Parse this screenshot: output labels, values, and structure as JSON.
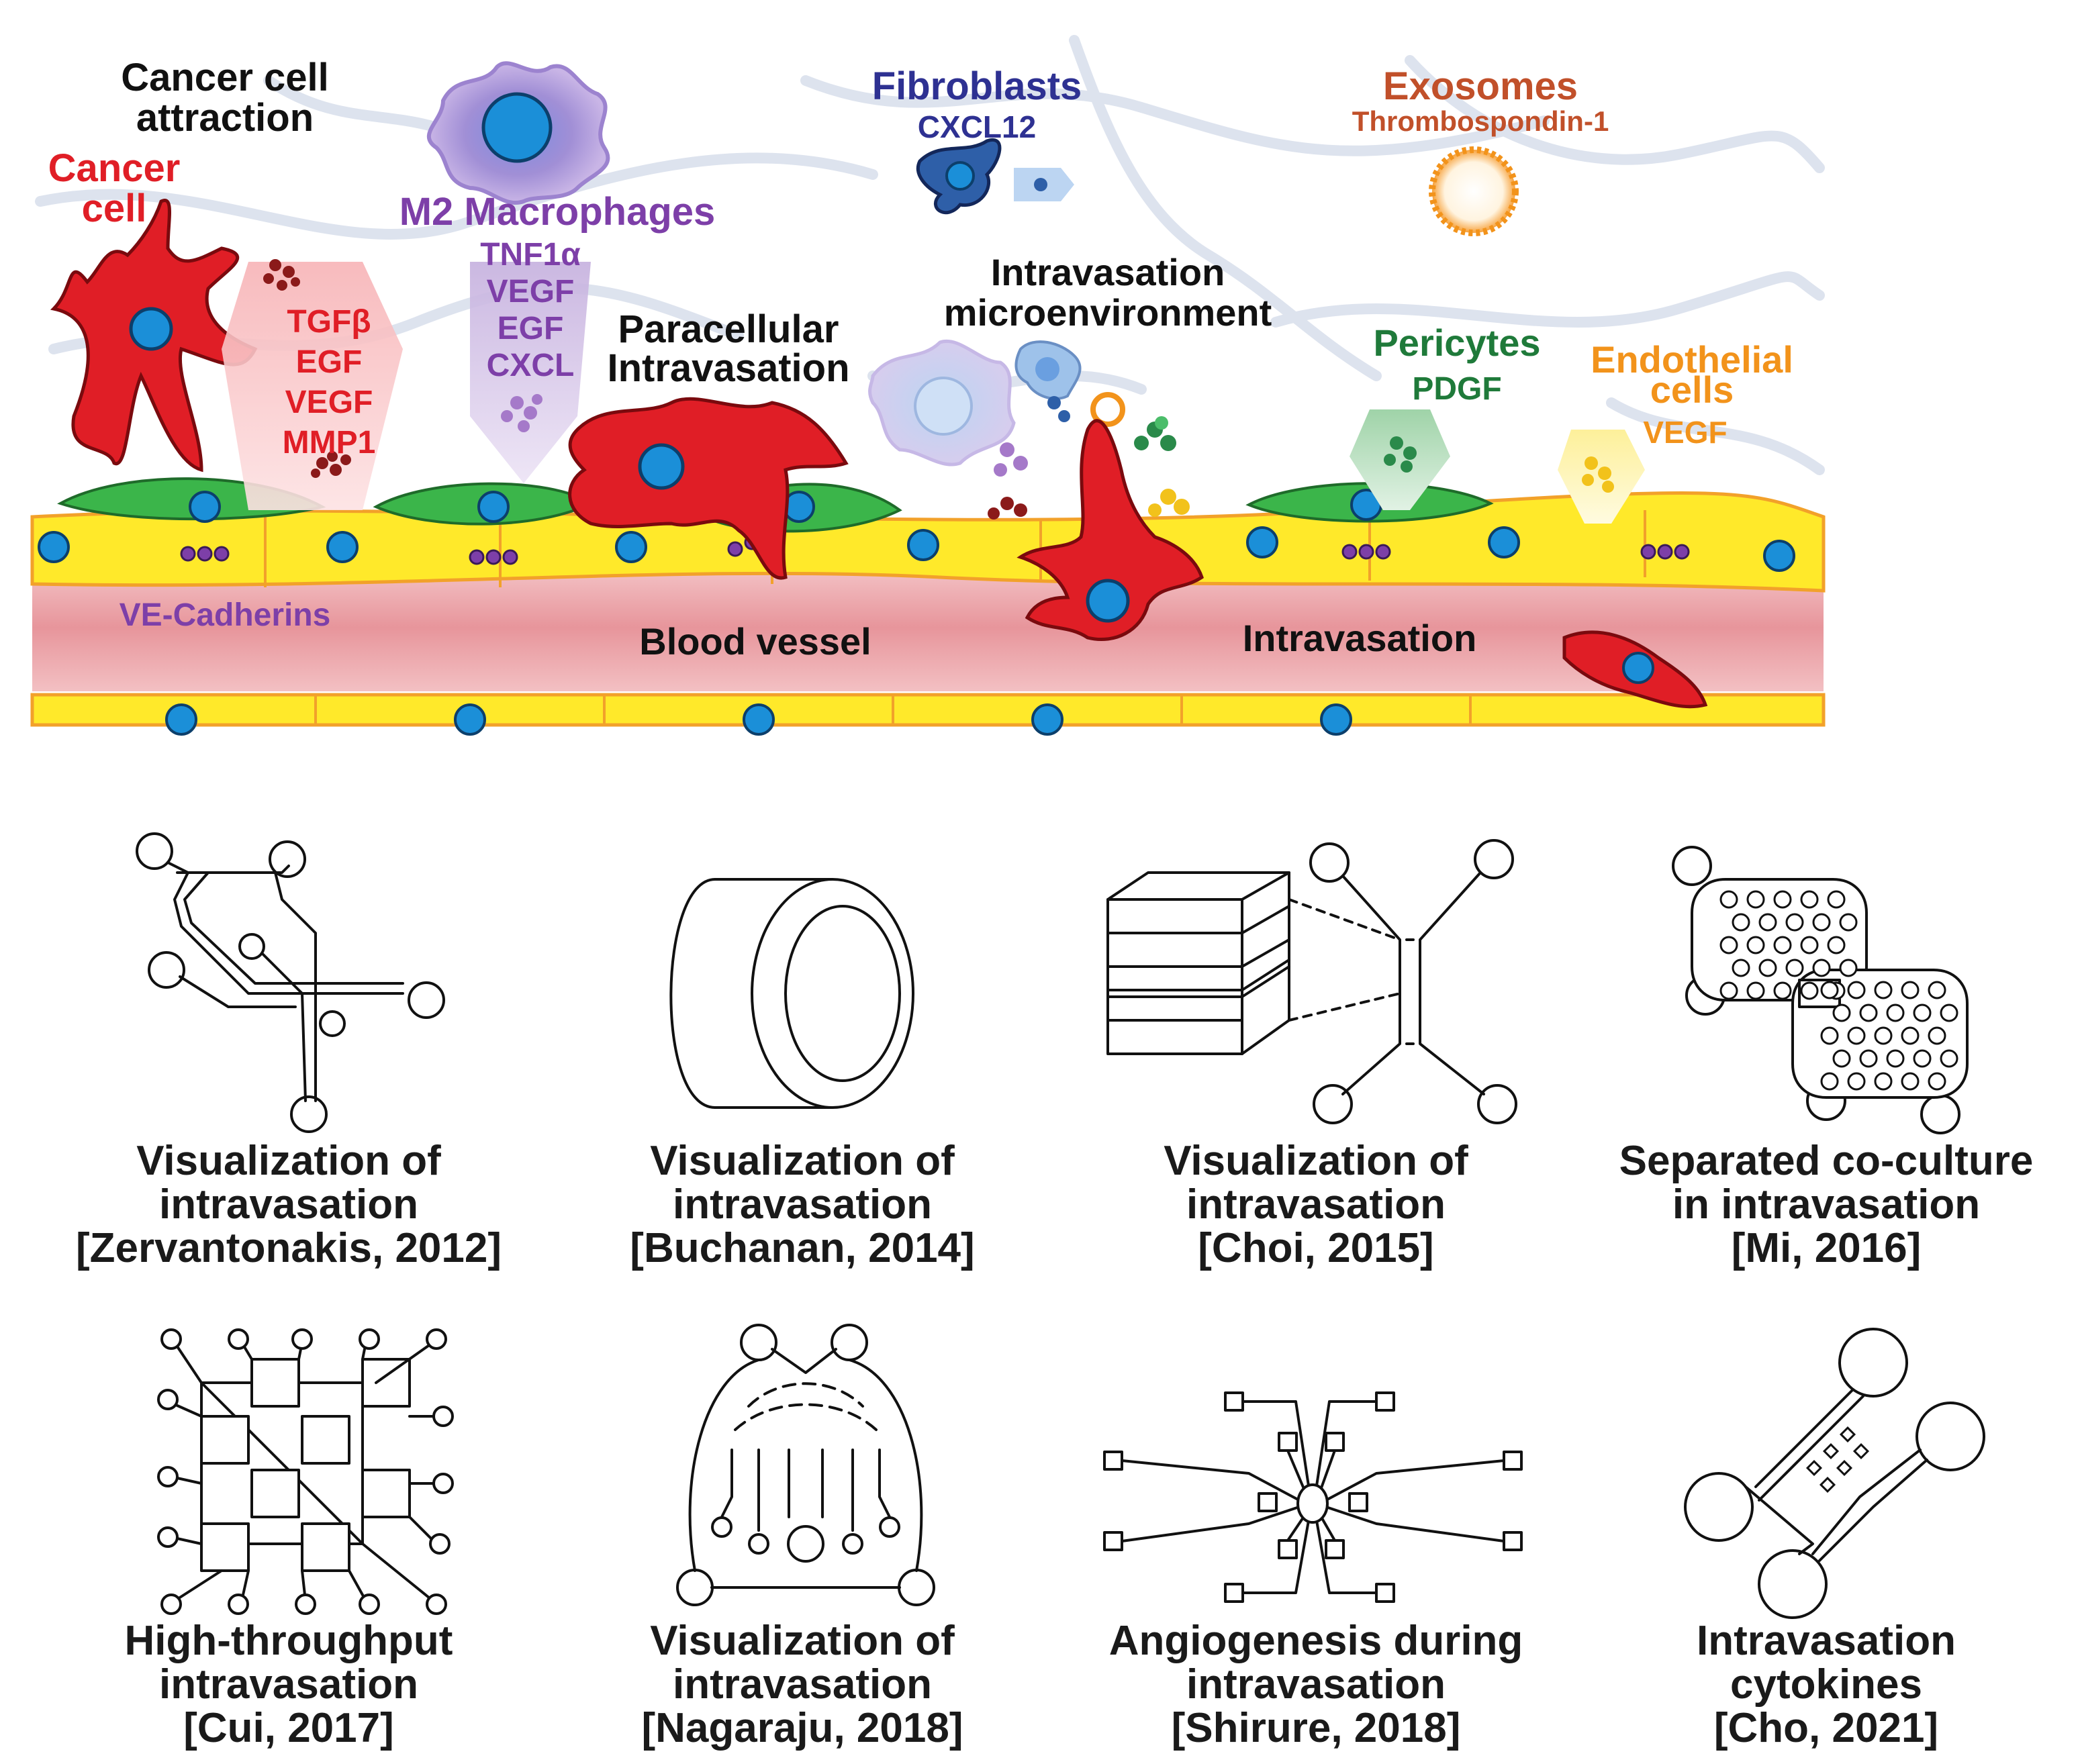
{
  "colors": {
    "cancer": "#e01e26",
    "macrophage": "#7d3fa8",
    "fibroblast": "#2e3192",
    "exosome": "#c1502a",
    "pericyte": "#1f7a3a",
    "endothelial": "#f2931b",
    "vessel_wall": "#ffe92a",
    "pericyte_fill": "#3bb54a",
    "nucleus": "#1b8fd8",
    "vessel_lumen": "#e88a8f"
  },
  "top_panel": {
    "cancer_cell_attraction": [
      "Cancer cell",
      "attraction"
    ],
    "cancer_cell": [
      "Cancer",
      "cell"
    ],
    "cancer_factors": [
      "TGFβ",
      "EGF",
      "VEGF",
      "MMP1"
    ],
    "m2_macrophages": "M2 Macrophages",
    "macrophage_factors": [
      "TNF1α",
      "VEGF",
      "EGF",
      "CXCL"
    ],
    "paracellular": [
      "Paracellular",
      "Intravasation"
    ],
    "fibroblasts": "Fibroblasts",
    "fibroblast_factor": "CXCL12",
    "intravasation_microenvironment": [
      "Intravasation",
      "microenvironment"
    ],
    "exosomes": "Exosomes",
    "exosome_factor": "Thrombospondin-1",
    "pericytes": "Pericytes",
    "pericyte_factor": "PDGF",
    "endothelial_cells": [
      "Endothelial",
      "cells"
    ],
    "endothelial_factor": "VEGF",
    "ve_cadherins": "VE-Cadherins",
    "blood_vessel": "Blood vessel",
    "intravasation": "Intravasation"
  },
  "devices": [
    {
      "icon": "zervantonakis-chip-icon",
      "caption": [
        "Visualization of",
        "intravasation",
        "[Zervantonakis, 2012]"
      ]
    },
    {
      "icon": "tube-icon",
      "caption": [
        "Visualization of",
        "intravasation",
        "[Buchanan, 2014]"
      ]
    },
    {
      "icon": "layered-chip-icon",
      "caption": [
        "Visualization of",
        "intravasation",
        "[Choi, 2015]"
      ]
    },
    {
      "icon": "dual-chamber-chip-icon",
      "caption": [
        "Separated co-culture",
        "in intravasation",
        "[Mi, 2016]"
      ]
    },
    {
      "icon": "array-chip-icon",
      "caption": [
        "High-throughput",
        "intravasation",
        "[Cui, 2017]"
      ]
    },
    {
      "icon": "arch-chip-icon",
      "caption": [
        "Visualization of",
        "intravasation",
        "[Nagaraju, 2018]"
      ]
    },
    {
      "icon": "radial-chip-icon",
      "caption": [
        "Angiogenesis during",
        "intravasation",
        "[Shirure, 2018]"
      ]
    },
    {
      "icon": "diagonal-chip-icon",
      "caption": [
        "Intravasation",
        "cytokines",
        "[Cho, 2021]"
      ]
    }
  ]
}
